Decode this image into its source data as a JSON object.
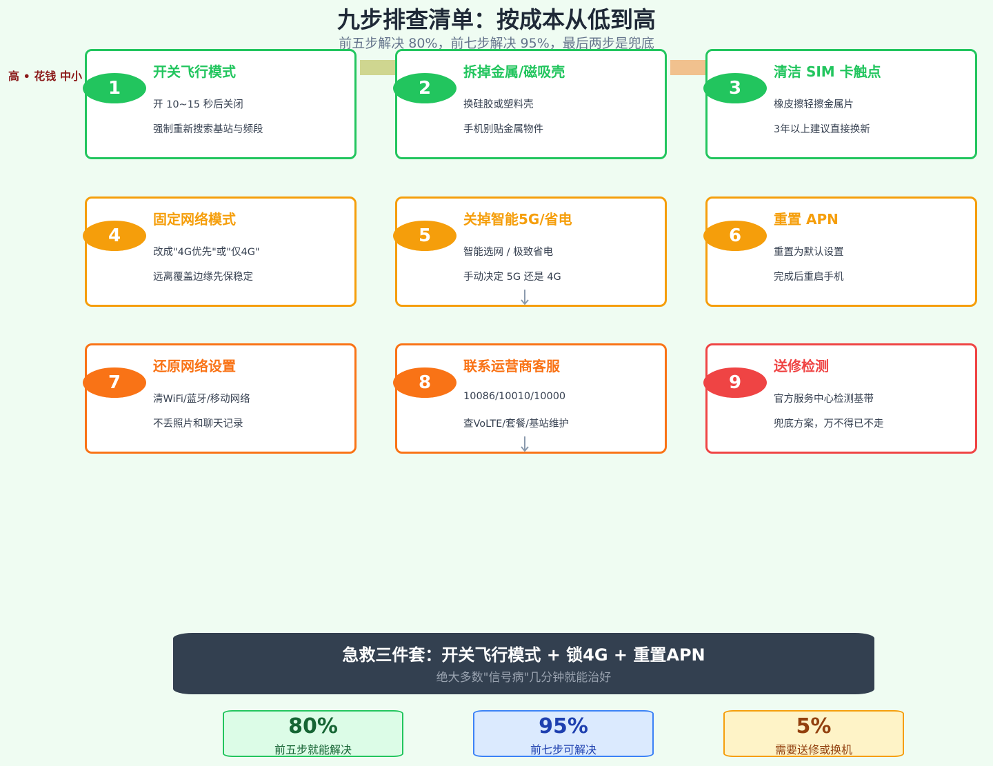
{
  "header": {
    "title": "九步排查清单：按成本从低到高",
    "subtitle": "前五步解决 80%，前七步解决 95%，最后两步是兜底",
    "side_label": "高 • 花钱 中小"
  },
  "colors": {
    "green": "#22c55e",
    "amber": "#f59e0b",
    "orange": "#f97316",
    "red": "#ef4444",
    "green_title": "#22c55e",
    "amber_title": "#f59e0b",
    "orange_title": "#f97316",
    "red_title": "#ef4444"
  },
  "steps": [
    {
      "number": "1",
      "title": "开关飞行模式",
      "line1": "开 10~15 秒后关闭",
      "line2": "强制重新搜索基站与频段",
      "color": "#22c55e"
    },
    {
      "number": "2",
      "title": "拆掉金属/磁吸壳",
      "line1": "换硅胶或塑料壳",
      "line2": "手机别贴金属物件",
      "color": "#22c55e"
    },
    {
      "number": "3",
      "title": "清洁 SIM 卡触点",
      "line1": "橡皮擦轻擦金属片",
      "line2": "3年以上建议直接换新",
      "color": "#22c55e"
    },
    {
      "number": "4",
      "title": "固定网络模式",
      "line1": "改成\"4G优先\"或\"仅4G\"",
      "line2": "远离覆盖边缘先保稳定",
      "color": "#f59e0b"
    },
    {
      "number": "5",
      "title": "关掉智能5G/省电",
      "line1": "智能选网 / 极致省电",
      "line2": "手动决定 5G 还是 4G",
      "color": "#f59e0b"
    },
    {
      "number": "6",
      "title": "重置 APN",
      "line1": "重置为默认设置",
      "line2": "完成后重启手机",
      "color": "#f59e0b"
    },
    {
      "number": "7",
      "title": "还原网络设置",
      "line1": "清WiFi/蓝牙/移动网络",
      "line2": "不丢照片和聊天记录",
      "color": "#f97316"
    },
    {
      "number": "8",
      "title": "联系运营商客服",
      "line1": "10086/10010/10000",
      "line2": "查VoLTE/套餐/基站维护",
      "color": "#f97316"
    },
    {
      "number": "9",
      "title": "送修检测",
      "line1": "官方服务中心检测基带",
      "line2": "兜底方案，万不得已不走",
      "color": "#ef4444"
    }
  ],
  "banner": {
    "title": "急救三件套：开关飞行模式 + 锁4G + 重置APN",
    "subtitle": "绝大多数\"信号病\"几分钟就能治好"
  },
  "stats": [
    {
      "value": "80%",
      "label": "前五步就能解决",
      "bg": "#dcfce7",
      "border": "#22c55e",
      "value_color": "#166534",
      "label_color": "#166534"
    },
    {
      "value": "95%",
      "label": "前七步可解决",
      "bg": "#dbeafe",
      "border": "#3b82f6",
      "value_color": "#1e40af",
      "label_color": "#1e40af"
    },
    {
      "value": "5%",
      "label": "需要送修或换机",
      "bg": "#fef3c7",
      "border": "#f59e0b",
      "value_color": "#92400e",
      "label_color": "#92400e"
    }
  ]
}
